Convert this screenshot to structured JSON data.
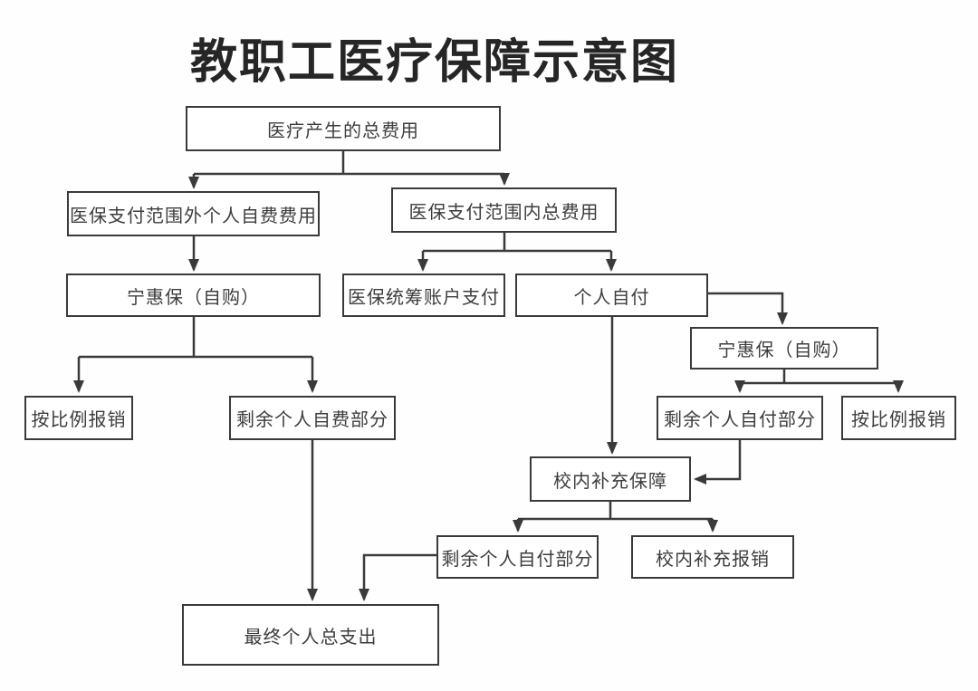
{
  "title": "教职工医疗保障示意图",
  "nodes": {
    "total": {
      "label": "医疗产生的总费用"
    },
    "outside": {
      "label": "医保支付范围外个人自费费用"
    },
    "inside": {
      "label": "医保支付范围内总费用"
    },
    "ninghuibao_left": {
      "label": "宁惠保（自购）"
    },
    "pooled": {
      "label": "医保统筹账户支付"
    },
    "self_pay": {
      "label": "个人自付"
    },
    "ninghuibao_right": {
      "label": "宁惠保（自购）"
    },
    "remaining_selfpay_right": {
      "label": "剩余个人自付部分"
    },
    "ratio_right": {
      "label": "按比例报销"
    },
    "school_supplement": {
      "label": "校内补充保障"
    },
    "ratio_left": {
      "label": "按比例报销"
    },
    "remaining_selffee": {
      "label": "剩余个人自费部分"
    },
    "remaining_selfpay_bottom": {
      "label": "剩余个人自付部分"
    },
    "school_reimburse": {
      "label": "校内补充报销"
    },
    "final_total": {
      "label": "最终个人总支出"
    }
  },
  "edges": [
    {
      "from": "total",
      "to": "outside"
    },
    {
      "from": "total",
      "to": "inside"
    },
    {
      "from": "outside",
      "to": "ninghuibao_left"
    },
    {
      "from": "inside",
      "to": "pooled"
    },
    {
      "from": "inside",
      "to": "self_pay"
    },
    {
      "from": "self_pay",
      "to": "ninghuibao_right"
    },
    {
      "from": "self_pay",
      "to": "school_supplement"
    },
    {
      "from": "ninghuibao_left",
      "to": "ratio_left"
    },
    {
      "from": "ninghuibao_left",
      "to": "remaining_selffee"
    },
    {
      "from": "ninghuibao_right",
      "to": "remaining_selfpay_right"
    },
    {
      "from": "ninghuibao_right",
      "to": "ratio_right"
    },
    {
      "from": "remaining_selfpay_right",
      "to": "school_supplement"
    },
    {
      "from": "school_supplement",
      "to": "remaining_selfpay_bottom"
    },
    {
      "from": "school_supplement",
      "to": "school_reimburse"
    },
    {
      "from": "remaining_selffee",
      "to": "final_total"
    },
    {
      "from": "remaining_selfpay_bottom",
      "to": "final_total"
    }
  ],
  "colors": {
    "line": "#3a3a3a",
    "box_border": "#3a3a3a",
    "text": "#3d3d3d",
    "title": "#262626",
    "background": "#fefefe"
  }
}
